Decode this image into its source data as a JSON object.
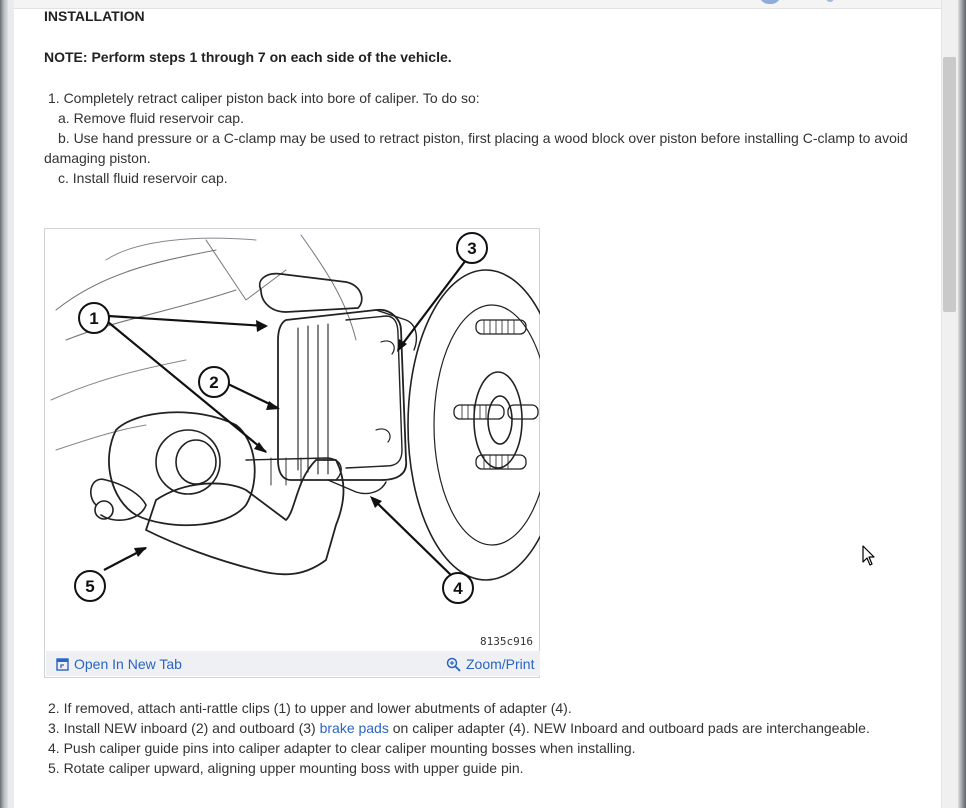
{
  "heading": "INSTALLATION",
  "note": "NOTE: Perform steps 1 through 7 on each side of the vehicle.",
  "step1": {
    "line": "1. Completely retract caliper piston back into bore of caliper. To do so:",
    "a": "a. Remove fluid reservoir cap.",
    "b1": "b. Use hand pressure or a C-clamp may be used to retract piston, first placing a wood block over piston before installing C-clamp to avoid",
    "b2": "damaging piston.",
    "c": "c. Install fluid reservoir cap."
  },
  "figure": {
    "image_id": "8135c916",
    "callouts": [
      "1",
      "2",
      "3",
      "4",
      "5"
    ],
    "open_new_tab": "Open In New Tab",
    "zoom_print": "Zoom/Print"
  },
  "steps_after": {
    "s2": "2. If removed, attach anti-rattle clips (1) to upper and lower abutments of adapter (4).",
    "s3_pre": "3. Install NEW inboard (2) and outboard (3) ",
    "s3_link": "brake pads",
    "s3_post": " on caliper adapter (4). NEW Inboard and outboard pads are interchangeable.",
    "s4": "4. Push caliper guide pins into caliper adapter to clear caliper mounting bosses when installing.",
    "s5": "5. Rotate caliper upward, aligning upper mounting boss with upper guide pin."
  },
  "colors": {
    "link": "#2a64c5",
    "text": "#333333"
  }
}
